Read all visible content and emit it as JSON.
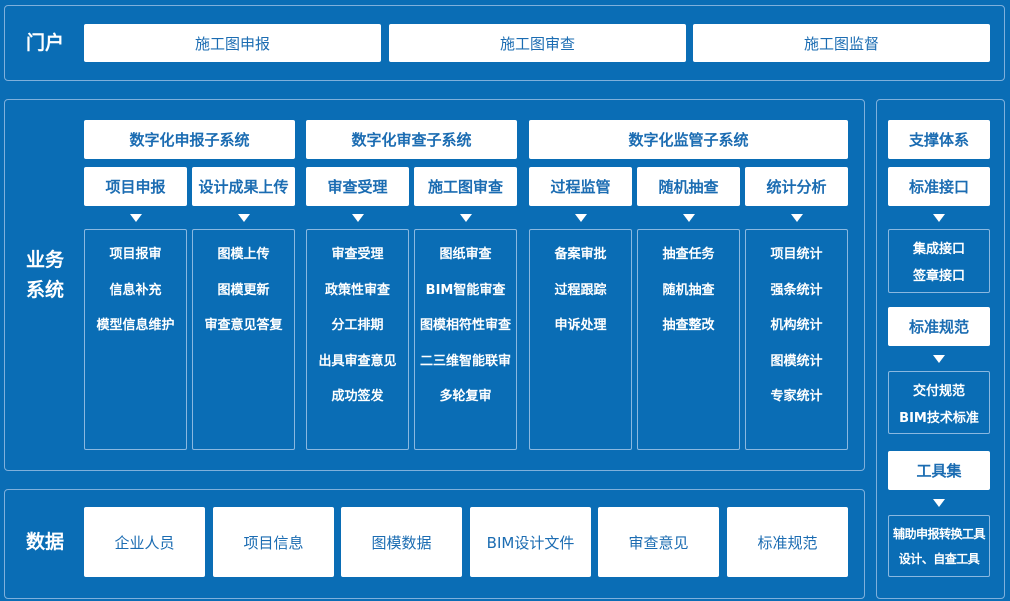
{
  "portal": {
    "label": "门户",
    "items": [
      "施工图申报",
      "施工图审查",
      "施工图监督"
    ]
  },
  "business": {
    "label_line1": "业务",
    "label_line2": "系统",
    "subsystems": [
      {
        "title": "数字化申报子系统",
        "modules": [
          {
            "name": "项目申报",
            "items": [
              "项目报审",
              "信息补充",
              "模型信息维护"
            ]
          },
          {
            "name": "设计成果上传",
            "items": [
              "图模上传",
              "图模更新",
              "审查意见答复"
            ]
          }
        ]
      },
      {
        "title": "数字化审查子系统",
        "modules": [
          {
            "name": "审查受理",
            "items": [
              "审查受理",
              "政策性审查",
              "分工排期",
              "出具审查意见",
              "成功签发"
            ]
          },
          {
            "name": "施工图审查",
            "items": [
              "图纸审查",
              "BIM智能审查",
              "图模相符性审查",
              "二三维智能联审",
              "多轮复审"
            ]
          }
        ]
      },
      {
        "title": "数字化监管子系统",
        "modules": [
          {
            "name": "过程监管",
            "items": [
              "备案审批",
              "过程跟踪",
              "申诉处理"
            ]
          },
          {
            "name": "随机抽查",
            "items": [
              "抽查任务",
              "随机抽查",
              "抽查整改"
            ]
          },
          {
            "name": "统计分析",
            "items": [
              "项目统计",
              "强条统计",
              "机构统计",
              "图模统计",
              "专家统计"
            ]
          }
        ]
      }
    ]
  },
  "data": {
    "label": "数据",
    "items": [
      "企业人员",
      "项目信息",
      "图模数据",
      "BIM设计文件",
      "审查意见",
      "标准规范"
    ]
  },
  "support": {
    "title": "支撑体系",
    "groups": [
      {
        "name": "标准接口",
        "items": [
          "集成接口",
          "签章接口"
        ]
      },
      {
        "name": "标准规范",
        "items": [
          "交付规范",
          "BIM技术标准"
        ]
      },
      {
        "name": "工具集",
        "items": [
          "辅助申报转换工具",
          "设计、自查工具"
        ]
      }
    ]
  },
  "colors": {
    "background": "#0a6db5",
    "box_text": "#1b6cb2"
  }
}
